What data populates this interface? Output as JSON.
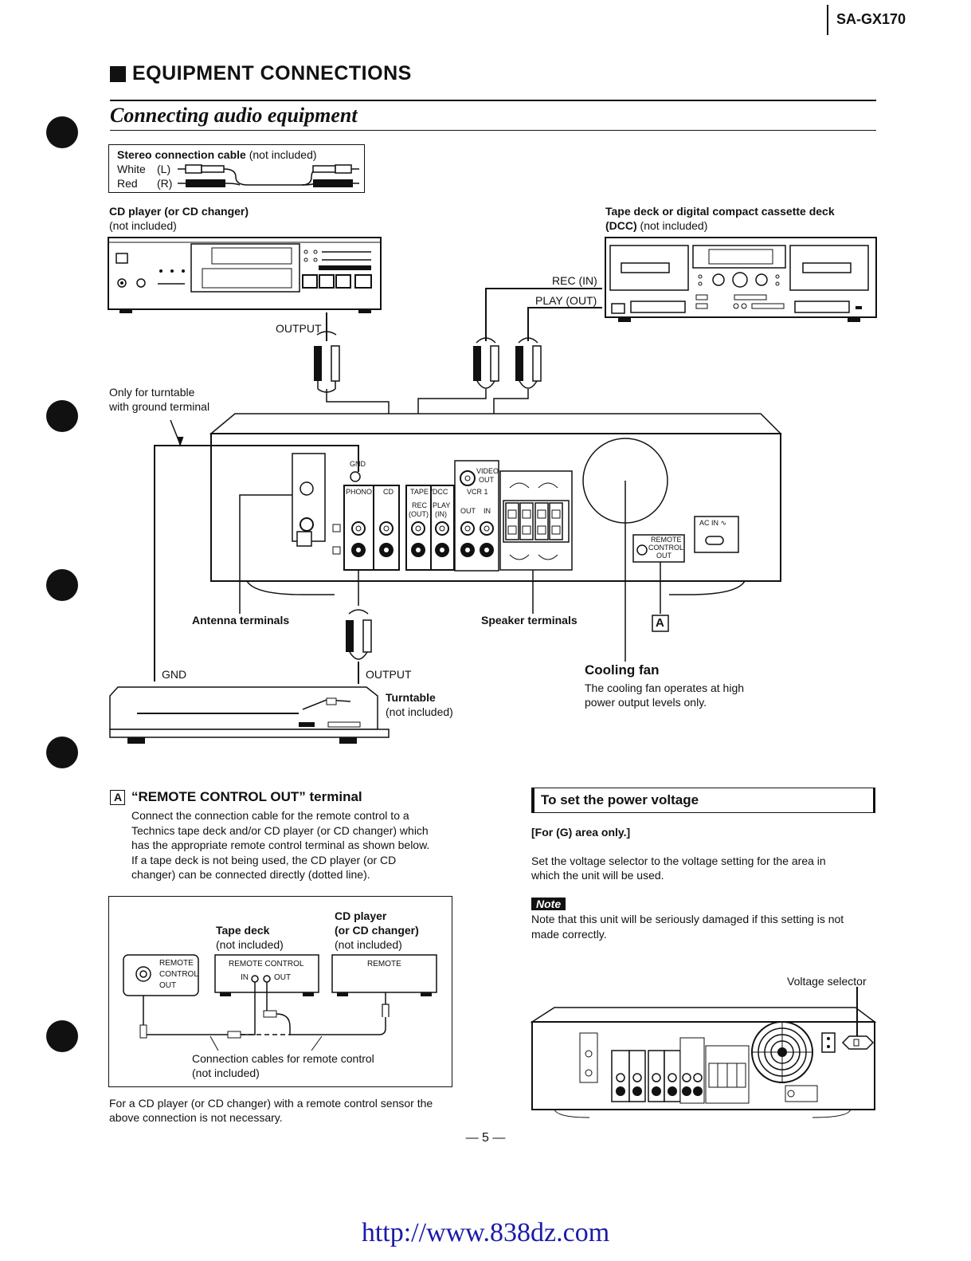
{
  "header": {
    "model": "SA-GX170"
  },
  "section": {
    "title": "EQUIPMENT CONNECTIONS",
    "subtitle": "Connecting audio equipment"
  },
  "cable_box": {
    "title_bold": "Stereo connection cable",
    "title_rest": "(not included)",
    "white_label": "White",
    "white_ch": "(L)",
    "red_label": "Red",
    "red_ch": "(R)"
  },
  "cd_player": {
    "title": "CD player (or CD changer)",
    "note": "(not included)"
  },
  "tape_deck": {
    "title": "Tape deck or digital compact cassette deck",
    "title2_bold": "(DCC)",
    "title2_rest": "(not included)"
  },
  "diagram": {
    "rec_in": "REC (IN)",
    "play_out": "PLAY (OUT)",
    "output_cd": "OUTPUT",
    "turntable_note_1": "Only for turntable",
    "turntable_note_2": "with ground terminal",
    "gnd_top": "GND",
    "phono": "PHONO",
    "cd": "CD",
    "tape_dcc": "TAPE /DCC",
    "vcr1": "VCR 1",
    "video_out_1": "VIDEO",
    "video_out_2": "OUT",
    "rec_out_1": "REC",
    "rec_out_2": "(OUT)",
    "play_in_1": "PLAY",
    "play_in_2": "(IN)",
    "out": "OUT",
    "in": "IN",
    "ac_in": "AC IN ∿",
    "remote_1": "REMOTE",
    "remote_2": "CONTROL",
    "remote_3": "OUT",
    "antenna": "Antenna terminals",
    "speaker": "Speaker terminals",
    "marker_a": "A",
    "gnd_bottom": "GND",
    "output_tt": "OUTPUT",
    "turntable_title": "Turntable",
    "turntable_note": "(not included)",
    "fan_title": "Cooling fan",
    "fan_text_1": "The cooling fan operates at high",
    "fan_text_2": "power output levels only."
  },
  "remote_section": {
    "marker": "A",
    "title": "“REMOTE CONTROL OUT” terminal",
    "lines": [
      "Connect the connection cable for the remote control to a",
      "Technics tape deck and/or CD player (or CD changer) which",
      "has the appropriate remote control terminal as shown below.",
      "If a tape deck is not being used, the CD player (or CD",
      "changer) can be connected directly (dotted line)."
    ],
    "box": {
      "tape_title": "Tape deck",
      "tape_note": "(not included)",
      "cd_title_1": "CD player",
      "cd_title_2": "(or CD changer)",
      "cd_note": "(not included)",
      "remote_1": "REMOTE",
      "remote_2": "CONTROL",
      "remote_3": "OUT",
      "tape_panel": "REMOTE CONTROL",
      "tape_in": "IN",
      "tape_out": "OUT",
      "cd_panel": "REMOTE",
      "cables_1": "Connection cables for remote control",
      "cables_2": "(not included)"
    },
    "footer_1": "For a CD player (or CD changer) with a remote control sensor the",
    "footer_2": "above connection is not necessary."
  },
  "voltage_section": {
    "title": "To set the power voltage",
    "area": "[For (G) area only.]",
    "text_1": "Set the voltage selector to the voltage setting for the area in",
    "text_2": "which the unit will be used.",
    "note_label": "Note",
    "note_1": "Note that this unit will be seriously damaged if this setting is not",
    "note_2": "made correctly.",
    "selector_label": "Voltage selector"
  },
  "page_number": "— 5 —",
  "footer_url": "http://www.838dz.com"
}
